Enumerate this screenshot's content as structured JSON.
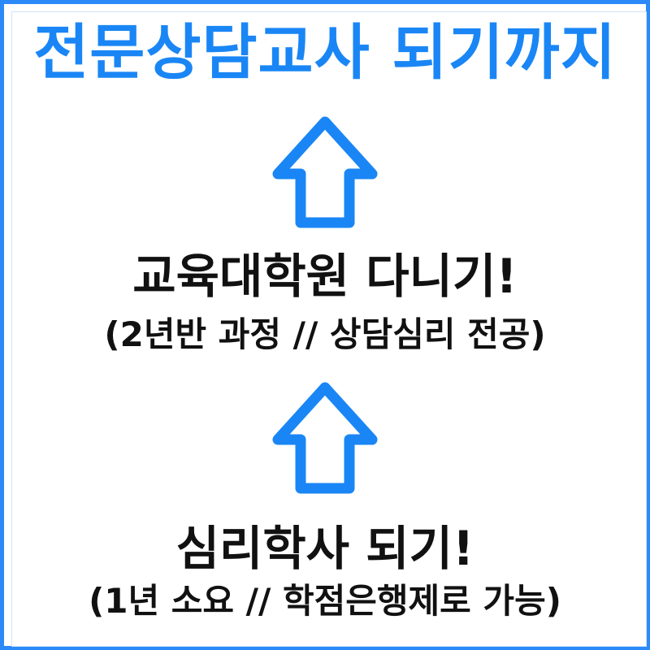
{
  "title": "전문상담교사 되기까지",
  "colors": {
    "accent": "#1a86f5",
    "border": "#2b8af7",
    "text": "#111111",
    "background": "#ffffff"
  },
  "arrows": [
    {
      "icon": "up-arrow-icon",
      "color": "#1a86f5"
    },
    {
      "icon": "up-arrow-icon",
      "color": "#1a86f5"
    }
  ],
  "steps": [
    {
      "heading": "교육대학원 다니기!",
      "detail": "(2년반 과정 // 상담심리 전공)"
    },
    {
      "heading": "심리학사 되기!",
      "detail": "(1년 소요 // 학점은행제로 가능)"
    }
  ]
}
